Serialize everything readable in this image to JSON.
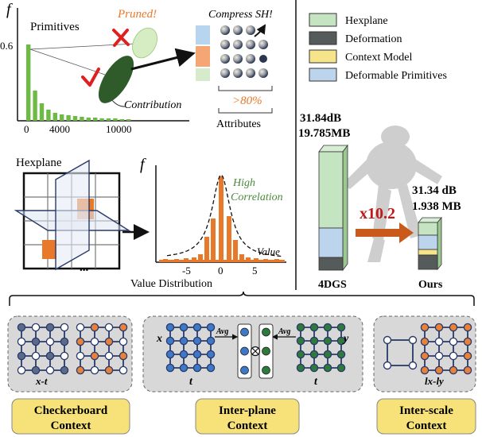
{
  "primitives_panel": {
    "y_axis_symbol": "f",
    "y_tick": "0.6",
    "title": "Primitives",
    "pruned_label": "Pruned!",
    "contribution_label": "Contribution",
    "x_ticks": [
      "0",
      "4000",
      "10000"
    ],
    "compress_label": "Compress SH!",
    "percent_label": ">80%",
    "attributes_label": "Attributes"
  },
  "hexplane_panel": {
    "title": "Hexplane",
    "ellipsis": "...",
    "y_axis_symbol": "f",
    "high_label": "High",
    "correlation_label": "Correlation",
    "value_label": "Value",
    "x_ticks": [
      "-5",
      "0",
      "5"
    ],
    "caption": "Value Distribution"
  },
  "legend": {
    "items": [
      {
        "label": "Hexplane",
        "color": "#c5e5c2"
      },
      {
        "label": "Deformation",
        "color": "#555a5a"
      },
      {
        "label": "Context Model",
        "color": "#f5e48a"
      },
      {
        "label": "Deformable Primitives",
        "color": "#bcd4ec"
      }
    ]
  },
  "comparison": {
    "baseline": {
      "name": "4DGS",
      "psnr": "31.84dB",
      "size": "19.785MB"
    },
    "ours": {
      "name": "Ours",
      "psnr": "31.34 dB",
      "size": "1.938 MB"
    },
    "ratio": "x10.2"
  },
  "contexts": {
    "checkerboard": {
      "axis": "x-t",
      "title_line1": "Checkerboard",
      "title_line2": "Context"
    },
    "inter_plane": {
      "left_x": "x",
      "left_t": "t",
      "avg1": "Avg",
      "avg2": "Avg",
      "right_y": "y",
      "right_t": "t",
      "title_line1": "Inter-plane",
      "title_line2": "Context"
    },
    "inter_scale": {
      "axis": "lx-ly",
      "title_line1": "Inter-scale",
      "title_line2": "Context"
    }
  },
  "colors": {
    "green_bar": "#6dbb45",
    "orange": "#e8782a",
    "red_arrow": "#c95a1a",
    "navy": "#2a3a6a",
    "node_blue": "#3e78c8",
    "node_orange": "#e8823a",
    "node_green": "#2d7a3a",
    "context_title_bg": "#f7e27a",
    "dashed_panel_bg": "#d8d8d8"
  }
}
